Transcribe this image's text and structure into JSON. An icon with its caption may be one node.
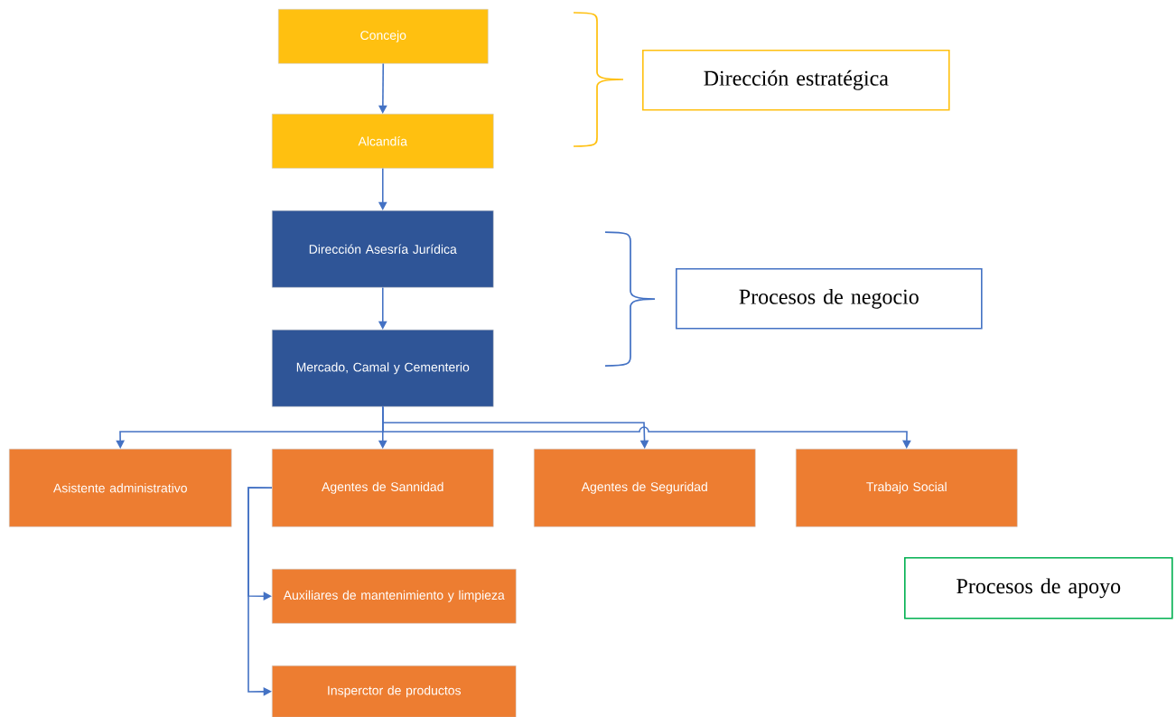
{
  "diagram": {
    "nodes": [
      {
        "text": [
          "Concejo"
        ]
      },
      {
        "text": [
          "Alcandía"
        ]
      },
      {
        "text": [
          "Dirección Asesría Jurídica"
        ]
      },
      {
        "text": [
          "Mercado, Camal y Cementerio"
        ]
      },
      {
        "text": [
          "Asistente administrativo"
        ]
      },
      {
        "text": [
          "Agentes de Sannidad"
        ]
      },
      {
        "text": [
          "Agentes de Seguridad"
        ]
      },
      {
        "text": [
          "Trabajo Social"
        ]
      },
      {
        "text": [
          "Auxiliares de mantenimiento y limpieza"
        ]
      },
      {
        "text": [
          "Insperctor de productos"
        ]
      },
      {
        "text": [
          "Dirección estratégica"
        ]
      },
      {
        "text": [
          "Procesos de negocio"
        ]
      },
      {
        "text": [
          "Procesos de apoyo"
        ]
      }
    ],
    "edges": [
      {
        "from": 0,
        "to": 1,
        "arrow": "to"
      },
      {
        "from": 1,
        "to": 2,
        "arrow": "to"
      },
      {
        "from": 2,
        "to": 3,
        "arrow": "to"
      },
      {
        "from": 3,
        "to": 4,
        "arrow": "to"
      },
      {
        "from": 3,
        "to": 5,
        "arrow": "to"
      },
      {
        "from": 3,
        "to": 6,
        "arrow": "to"
      },
      {
        "from": 3,
        "to": 7,
        "arrow": "to"
      },
      {
        "from": 5,
        "to": 8,
        "arrow": "to"
      },
      {
        "from": 5,
        "to": 9,
        "arrow": "to"
      }
    ]
  }
}
